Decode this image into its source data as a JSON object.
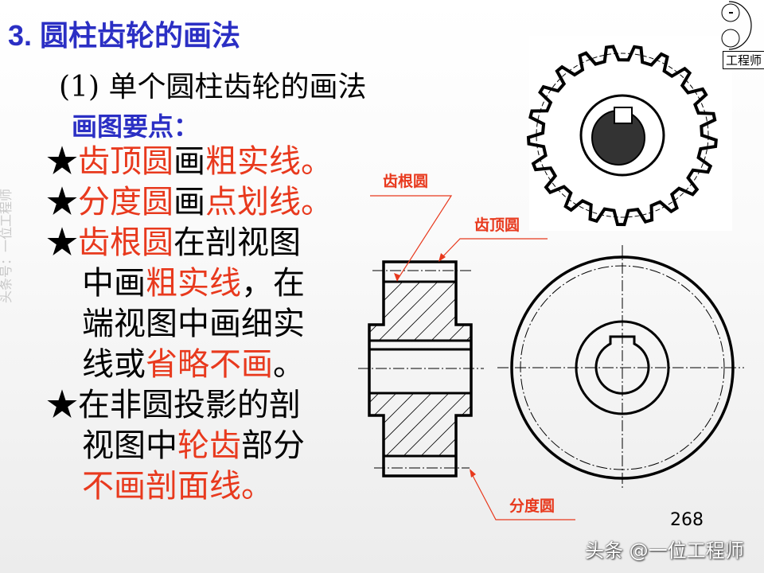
{
  "title": "3. 圆柱齿轮的画法",
  "subtitle": "(1) 单个圆柱齿轮的画法",
  "points_heading": "画图要点：",
  "star": "★",
  "lines": [
    {
      "star": true,
      "segments": [
        {
          "text": "齿顶圆",
          "color": "red"
        },
        {
          "text": "画",
          "color": "black"
        },
        {
          "text": "粗实线。",
          "color": "red"
        }
      ]
    },
    {
      "star": true,
      "segments": [
        {
          "text": "分度圆",
          "color": "red"
        },
        {
          "text": "画",
          "color": "black"
        },
        {
          "text": "点划线。",
          "color": "red"
        }
      ]
    },
    {
      "star": true,
      "segments": [
        {
          "text": "齿根圆",
          "color": "red"
        },
        {
          "text": "在剖视图",
          "color": "black"
        }
      ]
    },
    {
      "star": false,
      "segments": [
        {
          "text": "中画",
          "color": "black"
        },
        {
          "text": "粗实线",
          "color": "red"
        },
        {
          "text": "，在",
          "color": "black"
        }
      ]
    },
    {
      "star": false,
      "segments": [
        {
          "text": "端视图中画细实",
          "color": "black"
        }
      ]
    },
    {
      "star": false,
      "segments": [
        {
          "text": "线或",
          "color": "black"
        },
        {
          "text": "省略不画",
          "color": "red"
        },
        {
          "text": "。",
          "color": "black"
        }
      ]
    },
    {
      "star": true,
      "segments": [
        {
          "text": "在非圆投影的剖",
          "color": "black"
        }
      ]
    },
    {
      "star": false,
      "segments": [
        {
          "text": "视图中",
          "color": "black"
        },
        {
          "text": "轮齿",
          "color": "red"
        },
        {
          "text": "部分",
          "color": "black"
        }
      ]
    },
    {
      "star": false,
      "segments": [
        {
          "text": "不画剖面线。",
          "color": "red"
        }
      ]
    }
  ],
  "diagram": {
    "labels": {
      "root_circle": "齿根圆",
      "tip_circle": "齿顶圆",
      "pitch_circle": "分度圆"
    },
    "accent_color": "#e8391d"
  },
  "colors": {
    "title": "#2b2fc4",
    "red": "#e8391d",
    "black": "#000000"
  },
  "page_number": "268",
  "watermark": "头条 @一位工程师",
  "diagonal_watermark": "头条号：一位工程师",
  "logo_text": "工程师"
}
